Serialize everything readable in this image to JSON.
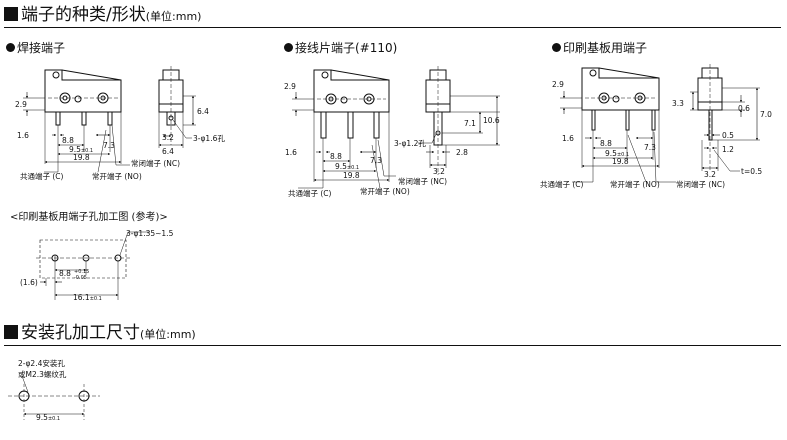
{
  "sections": {
    "types": {
      "title": "端子的种类/形状",
      "unit": "(单位:mm)"
    },
    "mount": {
      "title": "安装孔加工尺寸",
      "unit": "(单位:mm)"
    }
  },
  "terminals": {
    "solder": {
      "title": "焊接端子",
      "dims": {
        "d2_9": "2.9",
        "d1_6": "1.6",
        "d8_8": "8.8",
        "d9_5": "9.5",
        "tol": "±0.1",
        "d19_8": "19.8",
        "d7_3": "7.3",
        "d6_4a": "6.4",
        "d6_4b": "6.4",
        "d3_2": "3.2",
        "hole": "3-φ1.6孔"
      },
      "labels": {
        "com": "共通端子 (C)",
        "no": "常开端子 (NO)",
        "nc": "常闭端子 (NC)"
      }
    },
    "tab": {
      "title": "接线片端子(#110)",
      "dims": {
        "d2_9": "2.9",
        "d1_6": "1.6",
        "d8_8": "8.8",
        "d9_5": "9.5",
        "tol": "±0.1",
        "d19_8": "19.8",
        "d7_3": "7.3",
        "d7_1": "7.1",
        "d10_6": "10.6",
        "d2_8": "2.8",
        "d3_2": "3.2",
        "hole": "3-φ1.2孔"
      },
      "labels": {
        "com": "共通端子 (C)",
        "no": "常开端子 (NO)",
        "nc": "常闭端子 (NC)"
      }
    },
    "pcb": {
      "title": "印刷基板用端子",
      "dims": {
        "d2_9": "2.9",
        "d1_6": "1.6",
        "d8_8": "8.8",
        "d9_5": "9.5",
        "tol": "±0.1",
        "d19_8": "19.8",
        "d7_3": "7.3",
        "d3_3": "3.3",
        "d0_6": "0.6",
        "d7_0": "7.0",
        "d0_5": "0.5",
        "d1_2": "1.2",
        "d3_2": "3.2",
        "t": "t=0.5"
      },
      "labels": {
        "com": "共通端子 (C)",
        "no": "常开端子 (NO)",
        "nc": "常闭端子 (NC)"
      }
    }
  },
  "pcb_holes": {
    "title": "<印刷基板用端子孔加工图 (参考)>",
    "hole": "3-φ1.35~1.5",
    "d8_8": "8.8",
    "tol_plus": "+0.15",
    "tol_minus": "-0.05",
    "d1_6": "(1.6)",
    "d16_1": "16.1",
    "tol": "±0.1"
  },
  "mount_holes": {
    "note1": "2-φ2.4安装孔",
    "note2": "或M2.3螺纹孔",
    "d9_5": "9.5",
    "tol": "±0.1"
  }
}
